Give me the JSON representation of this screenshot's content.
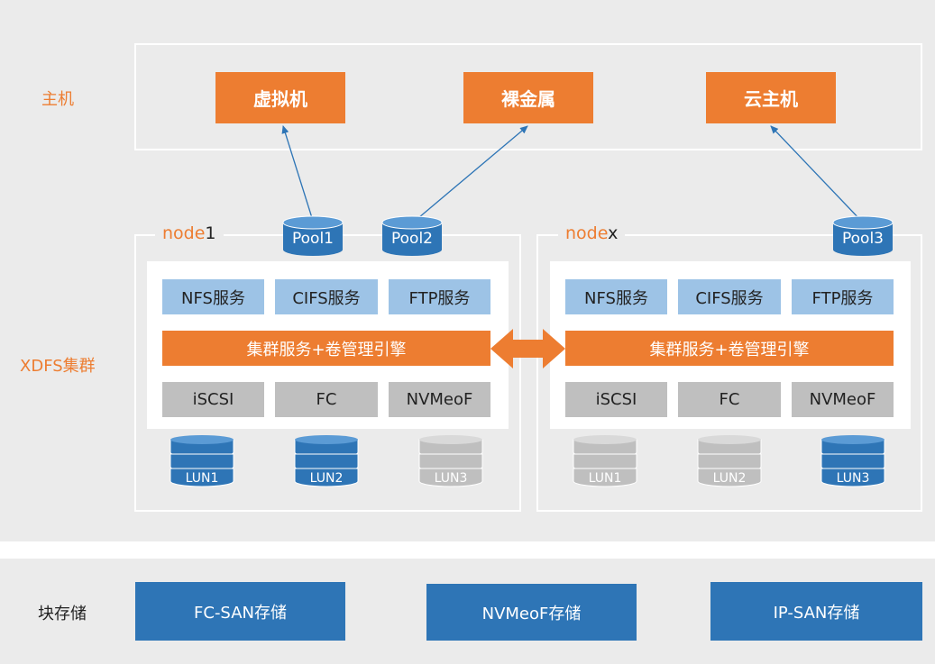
{
  "colors": {
    "orange": "#ed7d31",
    "blue": "#2e75b6",
    "light_blue": "#9dc3e6",
    "grey": "#bfbfbf",
    "panel": "#ebebeb"
  },
  "labels": {
    "host": "主机",
    "cluster": "XDFS集群",
    "block_storage": "块存储"
  },
  "hosts": [
    "虚拟机",
    "裸金属",
    "云主机"
  ],
  "pools": [
    "Pool1",
    "Pool2",
    "Pool3"
  ],
  "node1": {
    "title_prefix": "node",
    "title_suffix": "1",
    "services": [
      "NFS服务",
      "CIFS服务",
      "FTP服务"
    ],
    "engine": "集群服务+卷管理引擎",
    "protocols": [
      "iSCSI",
      "FC",
      "NVMeoF"
    ],
    "luns": [
      {
        "label": "LUN1",
        "state": "active"
      },
      {
        "label": "LUN2",
        "state": "active"
      },
      {
        "label": "LUN3",
        "state": "inactive"
      }
    ]
  },
  "nodex": {
    "title_prefix": "node",
    "title_suffix": "x",
    "services": [
      "NFS服务",
      "CIFS服务",
      "FTP服务"
    ],
    "engine": "集群服务+卷管理引擎",
    "protocols": [
      "iSCSI",
      "FC",
      "NVMeoF"
    ],
    "luns": [
      {
        "label": "LUN1",
        "state": "inactive"
      },
      {
        "label": "LUN2",
        "state": "inactive"
      },
      {
        "label": "LUN3",
        "state": "active"
      }
    ]
  },
  "storage": [
    "FC-SAN存储",
    "NVMeoF存储",
    "IP-SAN存储"
  ]
}
